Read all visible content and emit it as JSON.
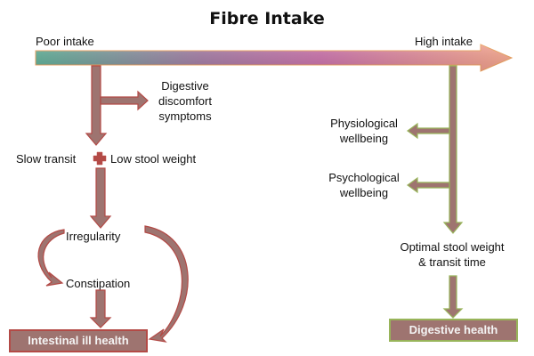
{
  "title": "Fibre Intake",
  "scale": {
    "left_label": "Poor intake",
    "right_label": "High intake"
  },
  "poor_path": {
    "side_effect": "Digestive discomfort symptoms",
    "side_effect_lines": [
      "Digestive",
      "discomfort",
      "symptoms"
    ],
    "factor_left": "Slow transit",
    "combine_symbol": "plus-icon",
    "factor_right": "Low stool weight",
    "step1": "Irregularity",
    "step2": "Constipation",
    "outcome": "Intestinal ill health"
  },
  "high_path": {
    "benefits": [
      {
        "lines": [
          "Physiological",
          "wellbeing"
        ]
      },
      {
        "lines": [
          "Psychological",
          "wellbeing"
        ]
      }
    ],
    "result_lines": [
      "Optimal stool weight",
      "& transit time"
    ],
    "outcome": "Digestive health"
  },
  "colors": {
    "arrow_fill": "#9e7470",
    "poor_border": "#b34a46",
    "high_border": "#98b45a",
    "gradient_start": "#5fae96",
    "gradient_mid": "#c26fa6",
    "gradient_end": "#f4a58a"
  }
}
